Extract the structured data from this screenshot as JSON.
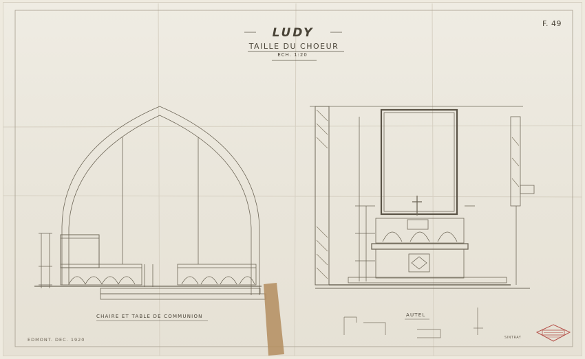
{
  "sheet": {
    "title": "LUDY",
    "subtitle": "TAILLE DU CHOEUR",
    "scale": "ECH. 1:20",
    "sheet_number": "F. 49",
    "left_view_label": "CHAIRE ET TABLE DE COMMUNION",
    "right_view_label": "AUTEL",
    "date_signature": "EDMONT. DEC. 1920",
    "author_note": "SINTRAY",
    "colors": {
      "paper": "#ece8dd",
      "ink": "#4a4438",
      "tape": "#b08a5c",
      "stamp": "#b5524a"
    }
  }
}
